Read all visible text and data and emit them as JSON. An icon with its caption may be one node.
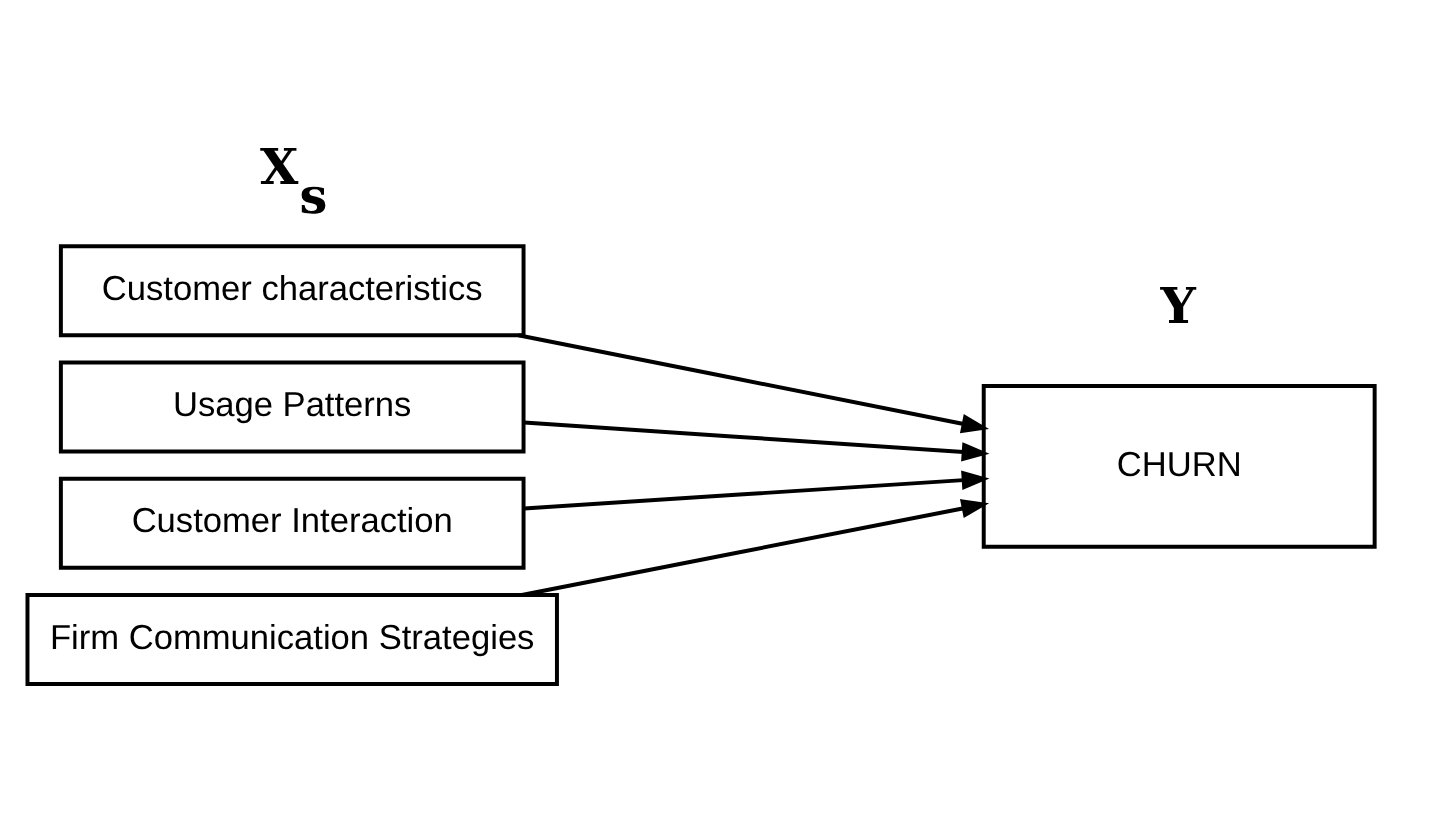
{
  "diagram": {
    "nodes": [
      {
        "text": [
          "Customer characteristics"
        ]
      },
      {
        "text": [
          "Usage Patterns"
        ]
      },
      {
        "text": [
          "Customer Interaction"
        ]
      },
      {
        "text": [
          "Firm Communication Strategies"
        ]
      },
      {
        "text": [
          "CHURN"
        ]
      }
    ],
    "edges": [
      {
        "from": 0,
        "to": 4,
        "arrow": "to"
      },
      {
        "from": 1,
        "to": 4,
        "arrow": "to"
      },
      {
        "from": 2,
        "to": 4,
        "arrow": "to"
      },
      {
        "from": 3,
        "to": 4,
        "arrow": "to"
      }
    ],
    "labels": [
      "X$_{s}$",
      "Y"
    ]
  }
}
